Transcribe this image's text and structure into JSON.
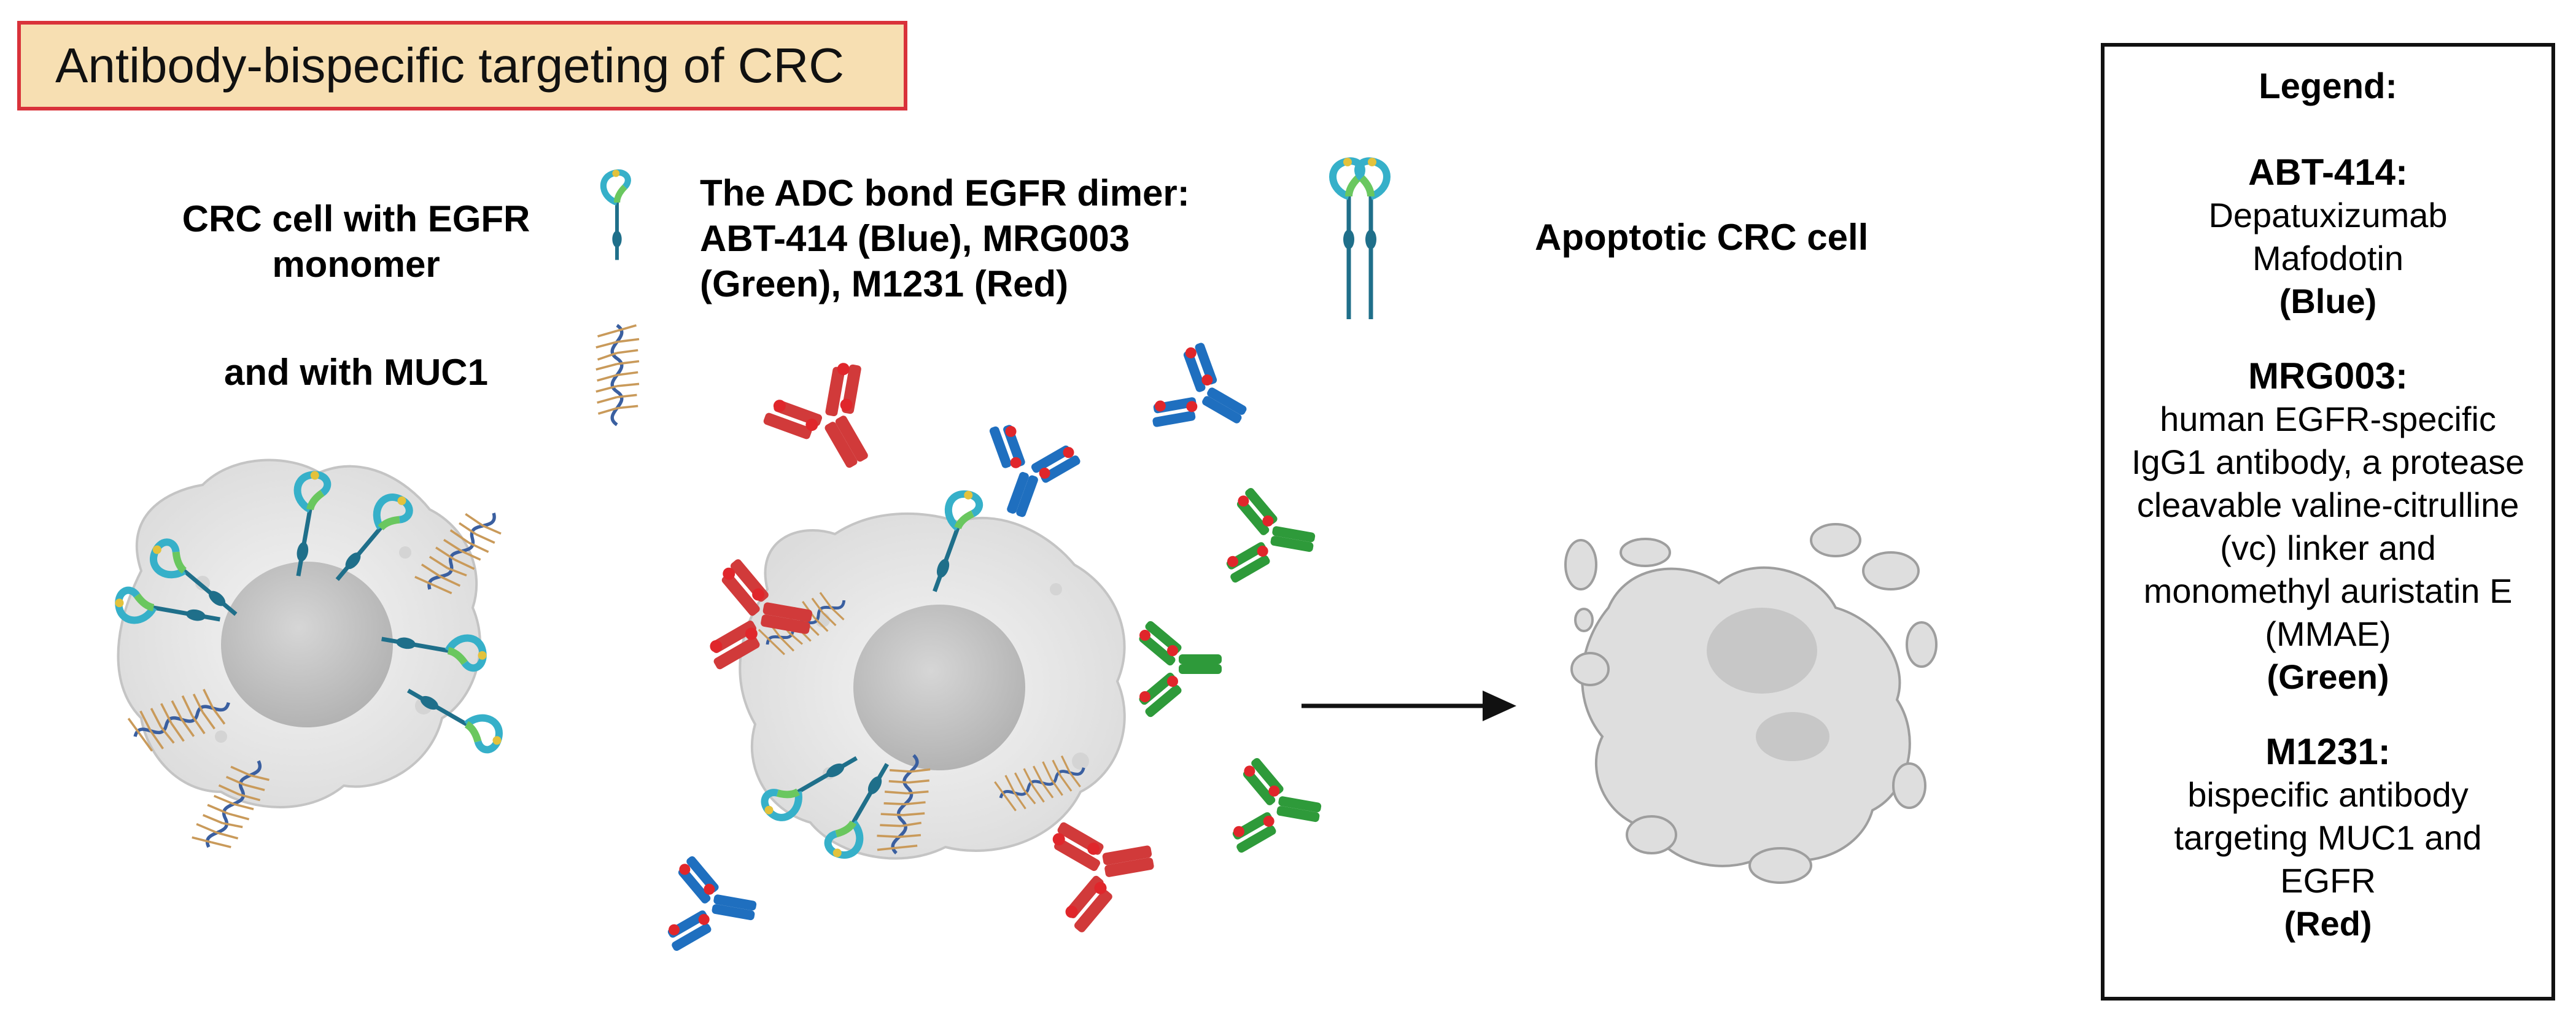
{
  "title": "Antibody-bispecific targeting of CRC",
  "labels": {
    "egfr_monomer_line1": "CRC cell with EGFR",
    "egfr_monomer_line2": "monomer",
    "muc1": "and with MUC1",
    "adc_line1": "The ADC bond EGFR dimer:",
    "adc_line2": "ABT-414 (Blue), MRG003",
    "adc_line3": "(Green), M1231 (Red)",
    "apoptotic": "Apoptotic CRC cell"
  },
  "legend": {
    "title": "Legend:",
    "items": [
      {
        "name": "ABT-414:",
        "desc": "Depatuxizumab Mafodotin",
        "color_label": "(Blue)"
      },
      {
        "name": "MRG003:",
        "desc": "human EGFR-specific IgG1 antibody, a protease cleavable valine-citrulline (vc) linker and monomethyl auristatin E (MMAE)",
        "color_label": "(Green)"
      },
      {
        "name": "M1231:",
        "desc": "bispecific antibody targeting MUC1 and EGFR",
        "color_label": "(Red)"
      }
    ]
  },
  "colors": {
    "title_bg": "#f7dfb2",
    "title_border": "#d9323a",
    "abt414": "#1f6fbf",
    "mrg003": "#2e9a3a",
    "m1231": "#d13a3a",
    "payload": "#e0262b",
    "egfr": "#1f7f9a",
    "muc1": "#c99a5a",
    "cell": "#e4e4e4",
    "nucleus": "#c8c8c8"
  },
  "icons": [
    "egfr-monomer-icon",
    "muc1-icon",
    "egfr-dimer-adc-icon",
    "arrow-icon"
  ]
}
